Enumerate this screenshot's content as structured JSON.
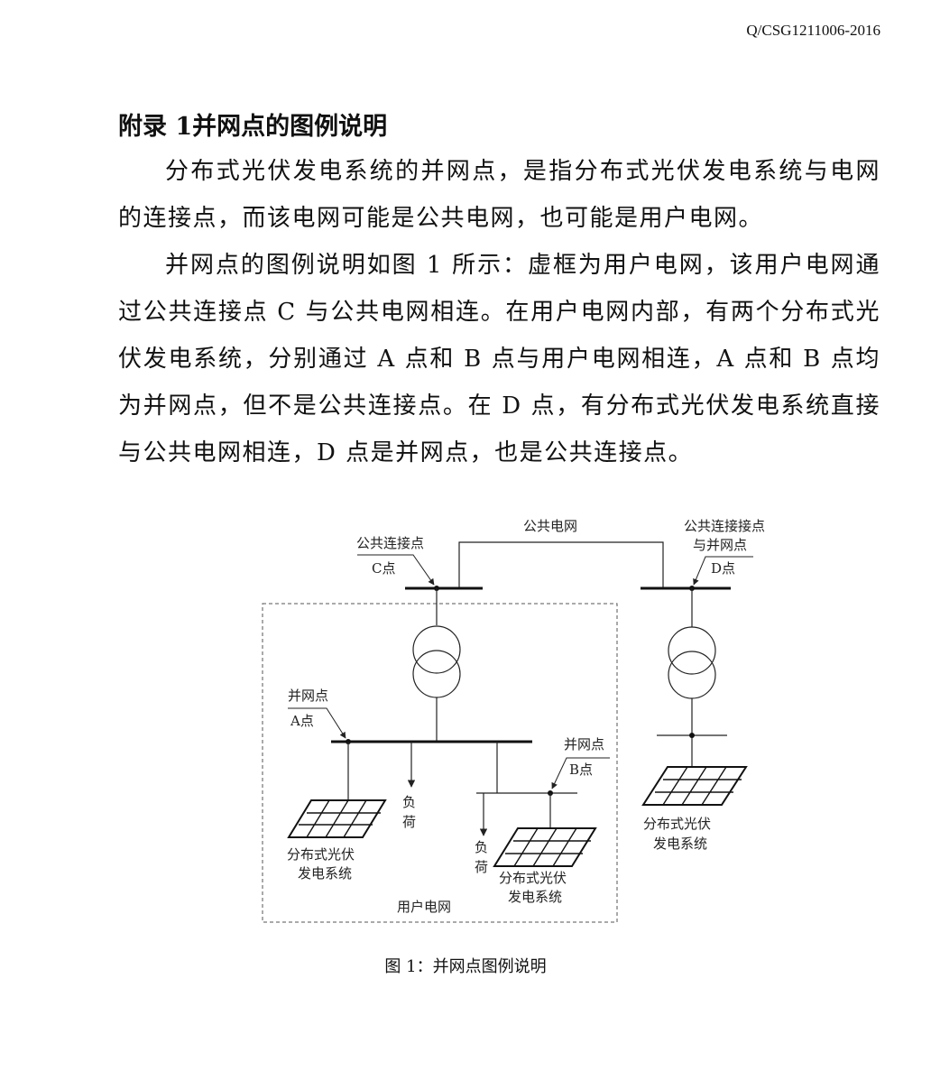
{
  "header": {
    "doc_code": "Q/CSG1211006-2016"
  },
  "section": {
    "title": "附录 1并网点的图例说明",
    "paragraphs": [
      "分布式光伏发电系统的并网点，是指分布式光伏发电系统与电网的连接点，而该电网可能是公共电网，也可能是用户电网。",
      "并网点的图例说明如图 1 所示：虚框为用户电网，该用户电网通过公共连接点 C 与公共电网相连。在用户电网内部，有两个分布式光伏发电系统，分别通过 A 点和 B 点与用户电网相连，A 点和 B 点均为并网点，但不是公共连接点。在 D 点，有分布式光伏发电系统直接与公共电网相连，D 点是并网点，也是公共连接点。"
    ]
  },
  "figure": {
    "public_grid": "公共电网",
    "pcc_label": "公共连接点",
    "point_c": "C点",
    "pcc_and_poi_line1": "公共连接接点",
    "pcc_and_poi_line2": "与并网点",
    "point_d": "D点",
    "poi_label_a": "并网点",
    "point_a": "A点",
    "poi_label_b": "并网点",
    "point_b": "B点",
    "load_1_line1": "负",
    "load_1_line2": "荷",
    "load_2_line1": "负",
    "load_2_line2": "荷",
    "pv_a_line1": "分布式光伏",
    "pv_a_line2": "发电系统",
    "pv_b_line1": "分布式光伏",
    "pv_b_line2": "发电系统",
    "pv_d_line1": "分布式光伏",
    "pv_d_line2": "发电系统",
    "user_grid": "用户电网",
    "caption": "图 1：并网点图例说明"
  }
}
